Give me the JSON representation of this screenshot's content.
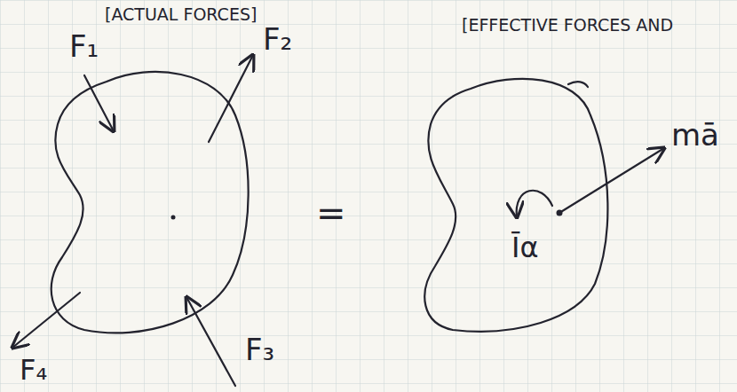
{
  "diagram": {
    "labels": [
      "[ACTUAL FORCES]",
      "F₁",
      "F₂",
      "F₃",
      "F₄",
      "=",
      "[EFFECTIVE FORCES AND",
      "mā",
      "Īα"
    ]
  }
}
